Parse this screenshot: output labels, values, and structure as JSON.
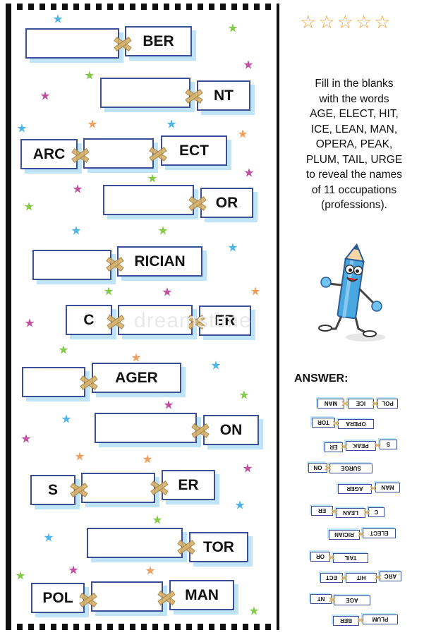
{
  "rating": {
    "stars_total": 5,
    "star_glyph": "☆"
  },
  "instructions": {
    "lines": [
      "Fill in the blanks",
      "with the words",
      "AGE, ELECT, HIT,",
      "ICE, LEAN, MAN,",
      "OPERA, PEAK,",
      "PLUM, TAIL, URGE",
      "to reveal the names",
      "of 11 occupations",
      "(professions)."
    ]
  },
  "answer_title": "ANSWER:",
  "watermark": "dreamstime",
  "puzzle": {
    "row1_piece": "BER",
    "row2_piece": "NT",
    "row3_left": "ARC",
    "row3_right": "ECT",
    "row4_piece": "OR",
    "row5_piece": "RICIAN",
    "row6_left": "C",
    "row6_right": "ER",
    "row7_piece": "AGER",
    "row8_piece": "ON",
    "row9_left": "S",
    "row9_right": "ER",
    "row10_piece": "TOR",
    "row11_left": "POL",
    "row11_right": "MAN"
  },
  "answers": [
    [
      "MAN",
      "ICE",
      "POL"
    ],
    [
      "TOR",
      "OPERA"
    ],
    [
      "ER",
      "PEAK",
      "S"
    ],
    [
      "ON",
      "SURGE"
    ],
    [
      "AGER",
      "MAN"
    ],
    [
      "ER",
      "LEAN",
      "C"
    ],
    [
      "RICIAN",
      "ELECT"
    ],
    [
      "OR",
      "TAIL"
    ],
    [
      "ECT",
      "HIT",
      "ARC"
    ],
    [
      "NT",
      "AGE"
    ],
    [
      "PLUM",
      "BER"
    ]
  ],
  "colors": {
    "tile_border": "#3b4f97",
    "tile_shadow": "#bfe3f7",
    "tape": "#d6b26d",
    "rating_star": "#f2a23b"
  }
}
